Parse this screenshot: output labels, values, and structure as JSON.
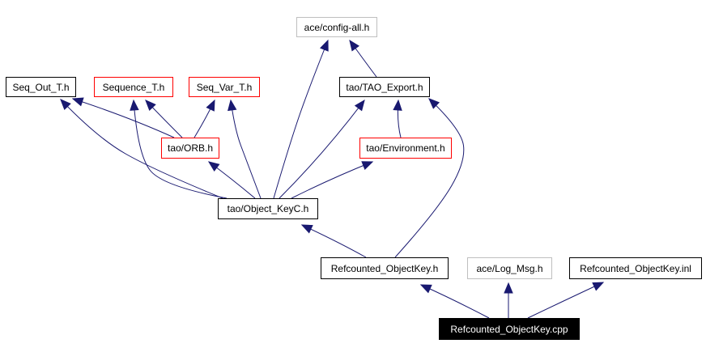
{
  "diagram": {
    "type": "include-dependency-graph",
    "colors": {
      "edge": "#191970",
      "border_default": "#000000",
      "border_missing_doc": "#ff0000",
      "border_external": "#bfbfbf",
      "root_fill": "#000000",
      "root_text": "#ffffff"
    },
    "nodes": {
      "config_all": {
        "label": "ace/config-all.h",
        "style": "grey"
      },
      "seq_out": {
        "label": "Seq_Out_T.h",
        "style": "default"
      },
      "sequence": {
        "label": "Sequence_T.h",
        "style": "red"
      },
      "seq_var": {
        "label": "Seq_Var_T.h",
        "style": "red"
      },
      "tao_export": {
        "label": "tao/TAO_Export.h",
        "style": "default"
      },
      "orb": {
        "label": "tao/ORB.h",
        "style": "red"
      },
      "environment": {
        "label": "tao/Environment.h",
        "style": "red"
      },
      "object_keyc": {
        "label": "tao/Object_KeyC.h",
        "style": "default"
      },
      "ref_h": {
        "label": "Refcounted_ObjectKey.h",
        "style": "default"
      },
      "log_msg": {
        "label": "ace/Log_Msg.h",
        "style": "grey"
      },
      "ref_inl": {
        "label": "Refcounted_ObjectKey.inl",
        "style": "default"
      },
      "ref_cpp": {
        "label": "Refcounted_ObjectKey.cpp",
        "style": "root"
      }
    },
    "edges": [
      {
        "from": "ref_cpp",
        "to": "ref_h"
      },
      {
        "from": "ref_cpp",
        "to": "log_msg"
      },
      {
        "from": "ref_cpp",
        "to": "ref_inl"
      },
      {
        "from": "ref_h",
        "to": "object_keyc"
      },
      {
        "from": "ref_h",
        "to": "tao_export"
      },
      {
        "from": "object_keyc",
        "to": "seq_out"
      },
      {
        "from": "object_keyc",
        "to": "sequence"
      },
      {
        "from": "object_keyc",
        "to": "seq_var"
      },
      {
        "from": "object_keyc",
        "to": "orb"
      },
      {
        "from": "object_keyc",
        "to": "config_all"
      },
      {
        "from": "object_keyc",
        "to": "tao_export"
      },
      {
        "from": "object_keyc",
        "to": "environment"
      },
      {
        "from": "orb",
        "to": "seq_out"
      },
      {
        "from": "orb",
        "to": "sequence"
      },
      {
        "from": "orb",
        "to": "seq_var"
      },
      {
        "from": "environment",
        "to": "tao_export"
      },
      {
        "from": "tao_export",
        "to": "config_all"
      }
    ]
  }
}
